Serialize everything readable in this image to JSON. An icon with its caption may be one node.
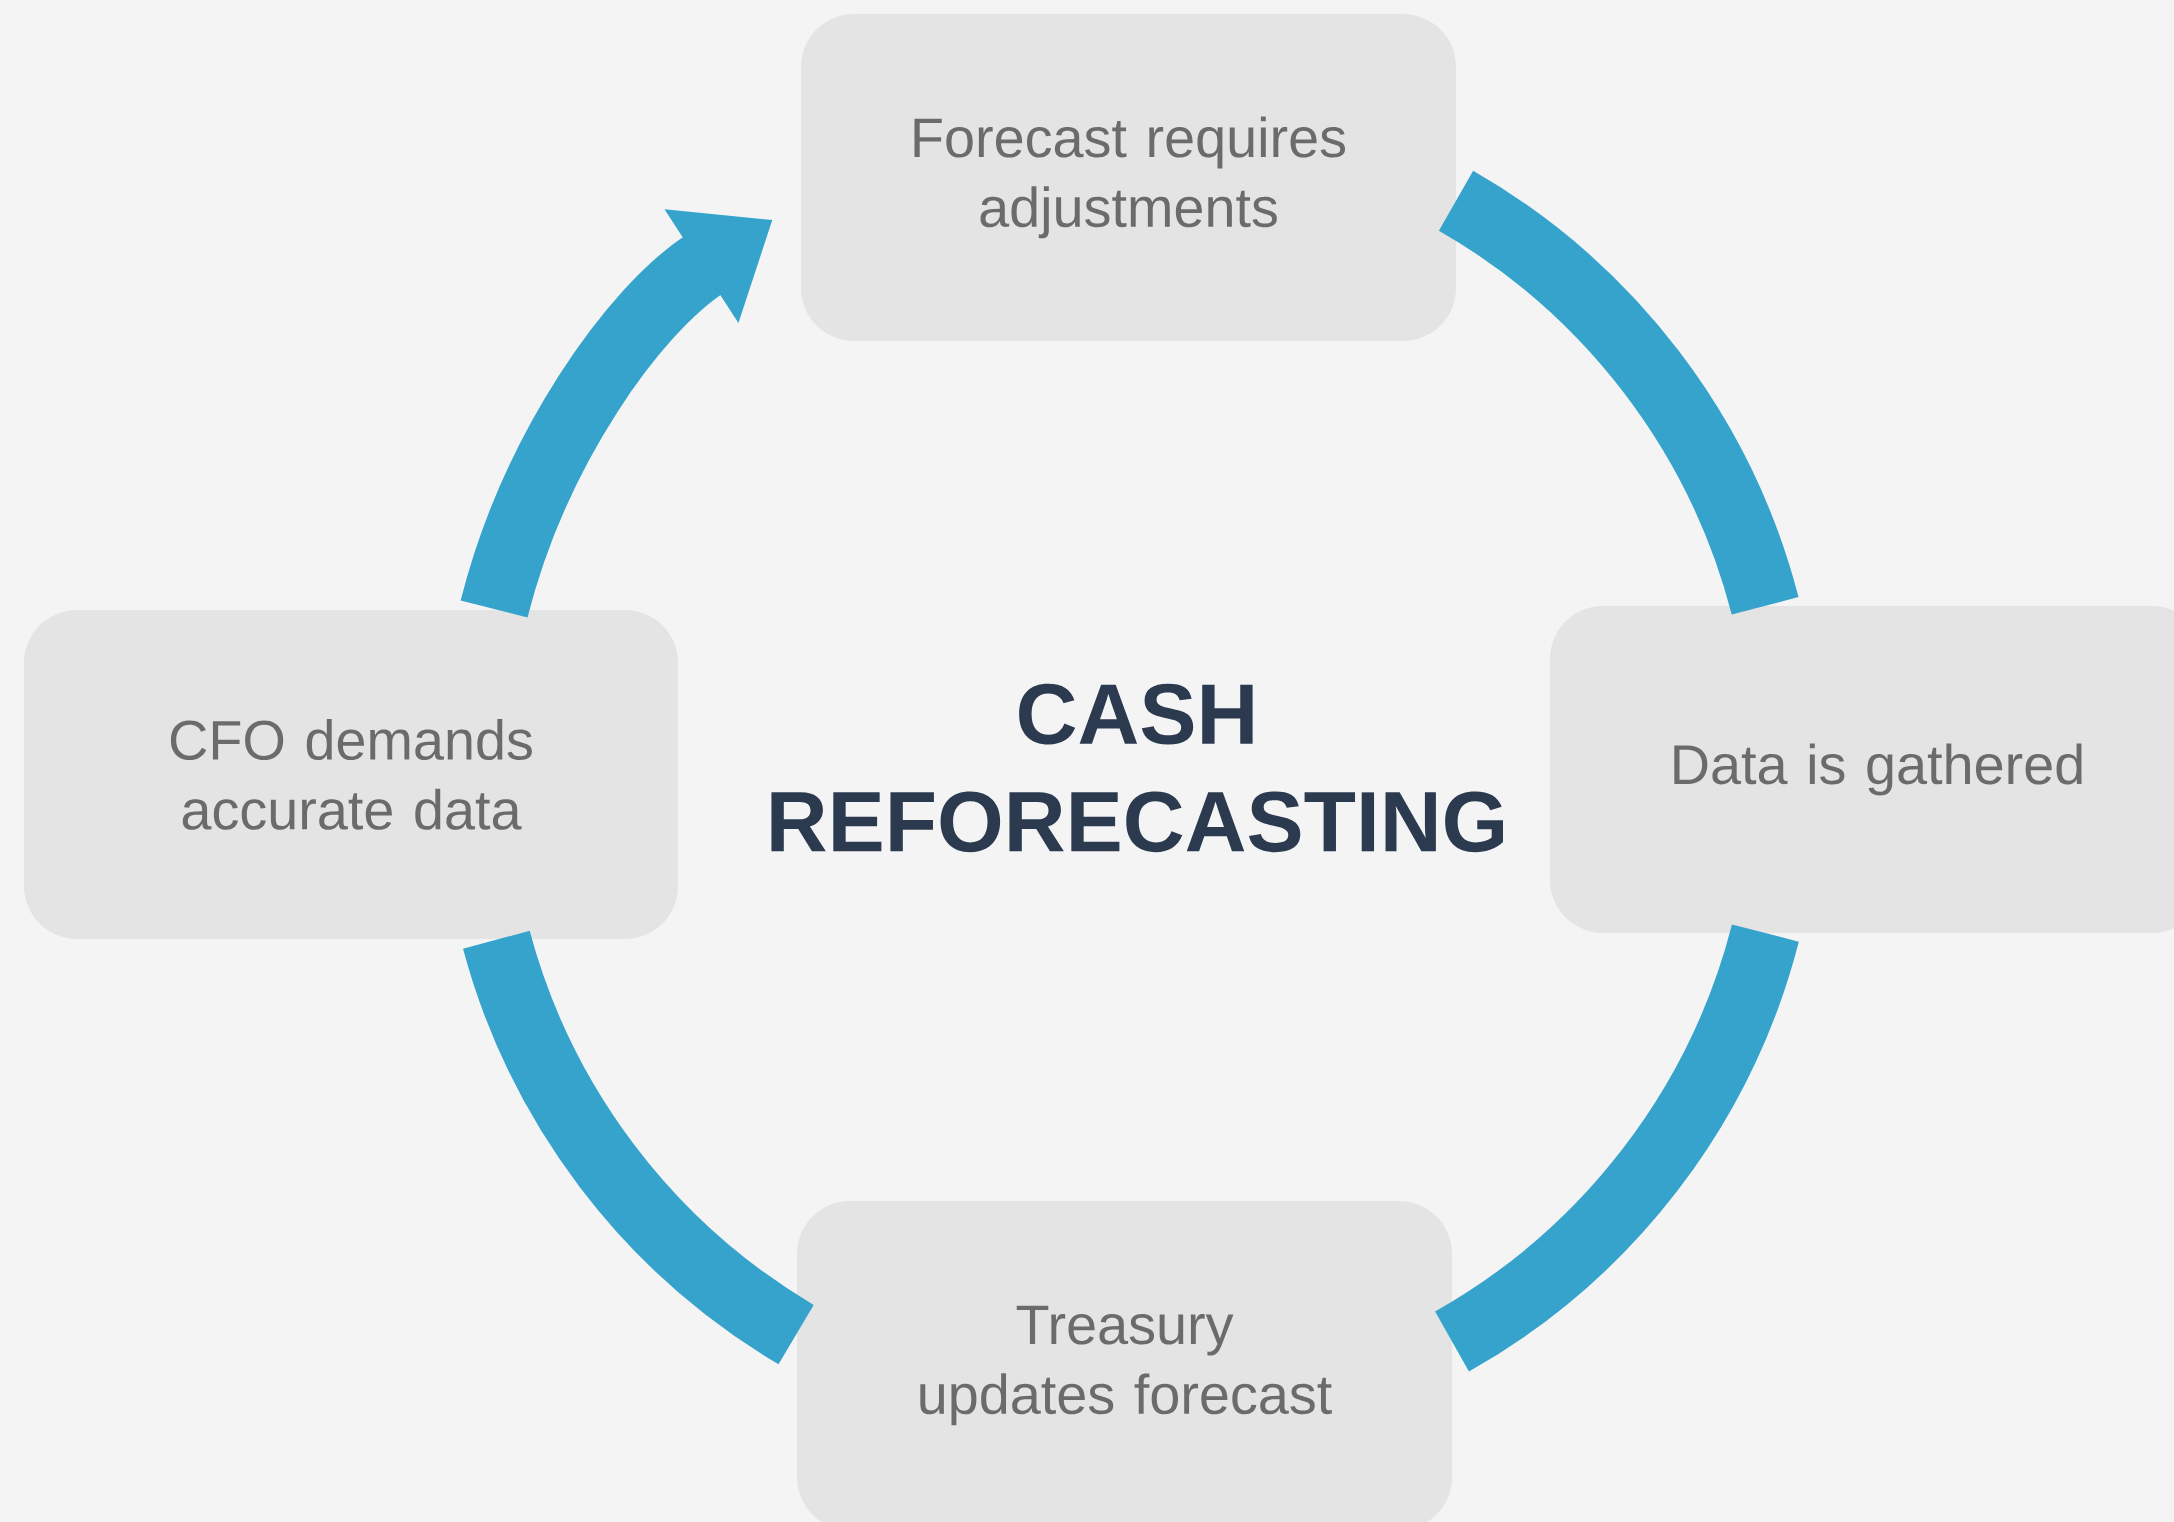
{
  "diagram": {
    "title": "CASH REFORECASTING",
    "nodes": [
      {
        "text": [
          "Forecast requires adjustments"
        ]
      },
      {
        "text": [
          "Data is gathered"
        ]
      },
      {
        "text": [
          "Treasury updates forecast"
        ]
      },
      {
        "text": [
          "CFO demands accurate data"
        ]
      }
    ],
    "edges": [
      {
        "from": 0,
        "to": 1,
        "arrow": "none"
      },
      {
        "from": 1,
        "to": 2,
        "arrow": "none"
      },
      {
        "from": 2,
        "to": 3,
        "arrow": "none"
      },
      {
        "from": 3,
        "to": 0,
        "arrow": "to"
      }
    ]
  }
}
